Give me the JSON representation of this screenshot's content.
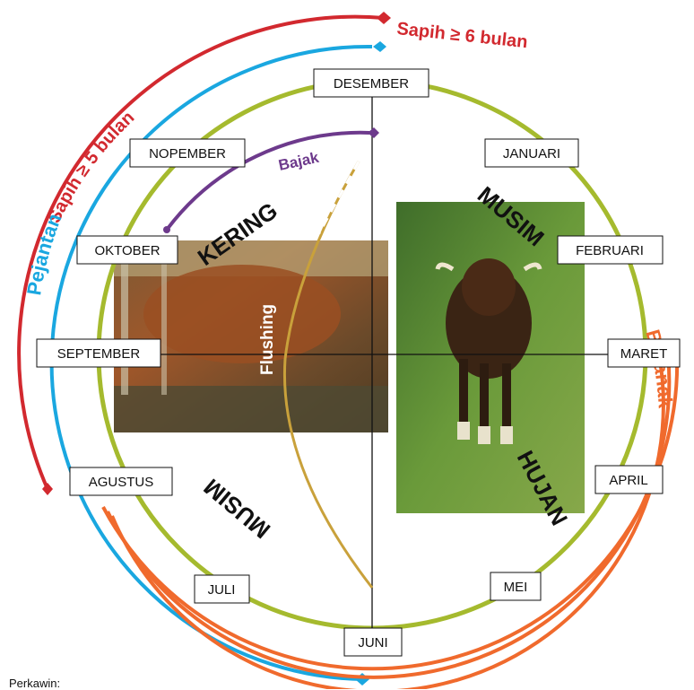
{
  "months": {
    "desember": "DESEMBER",
    "januari": "JANUARI",
    "februari": "FEBRUARI",
    "maret": "MARET",
    "april": "APRIL",
    "mei": "MEI",
    "juni": "JUNI",
    "juli": "JULI",
    "agustus": "AGUSTUS",
    "september": "SEPTEMBER",
    "oktober": "OKTOBER",
    "nopember": "NOPEMBER"
  },
  "seasons": {
    "kering": "KERING",
    "musim_top": "MUSIM",
    "musim_bottom": "MUSIM",
    "hujan": "HUJAN"
  },
  "arcs": {
    "sapih6": "Sapih ≥ 6 bulan",
    "sapih5": "Sapih ≥ 5 bulan",
    "pejantan": "Pejantan",
    "bajak": "Bajak",
    "flushing": "Flushing",
    "beranak": "Beranak"
  },
  "colors": {
    "ring": "#a5ba2e",
    "sapih": "#d2292f",
    "pejantan": "#1aa7e0",
    "bajak": "#6d3a8c",
    "flushing": "#c9a13b",
    "beranak": "#f06a2d"
  },
  "footer": "Perkawin:"
}
